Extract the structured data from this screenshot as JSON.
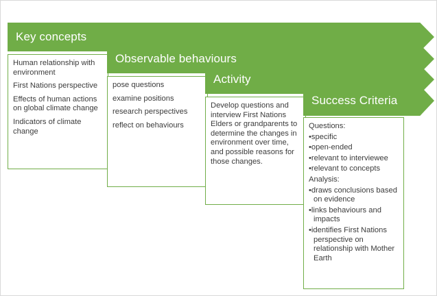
{
  "diagram": {
    "title_theme_color": "#70AD47",
    "text_color": "#3b3b3b",
    "header_text_color": "#ffffff",
    "stages": [
      {
        "header": "Key concepts",
        "items": [
          "Human relationship with environment",
          "First Nations perspective",
          "Effects of human actions on global climate change",
          "Indicators of climate change"
        ]
      },
      {
        "header": "Observable behaviours",
        "items": [
          "pose questions",
          "examine positions",
          "research perspectives",
          "reflect on behaviours"
        ]
      },
      {
        "header": "Activity",
        "items": [
          "Develop questions and interview First Nations Elders or grandparents to determine the changes in environment over time, and possible reasons for those changes."
        ]
      },
      {
        "header": "Success Criteria",
        "groups": [
          {
            "label": "Questions:",
            "bullets": [
              "specific",
              "open-ended",
              "relevant to interviewee",
              "relevant to concepts"
            ]
          },
          {
            "label": "Analysis:",
            "bullets": [
              "draws conclusions based on evidence",
              "links behaviours and impacts",
              "identifies First Nations perspective on relationship with Mother Earth"
            ]
          }
        ]
      }
    ]
  }
}
